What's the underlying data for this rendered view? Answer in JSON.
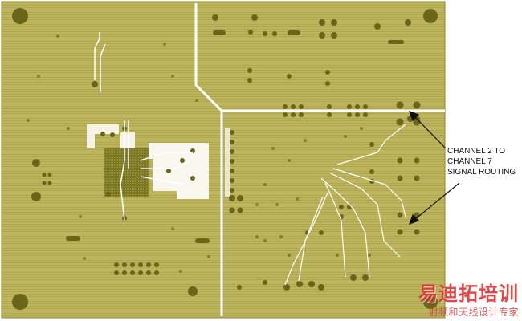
{
  "figure": {
    "board_color": "#b8b258",
    "trace_color": "#6e6a1c",
    "pad_color": "#5c5a14",
    "outline_color": "#ffffff"
  },
  "annotation": {
    "lines": [
      "CHANNEL 2 TO",
      "CHANNEL 7",
      "SIGNAL ROUTING"
    ]
  },
  "watermark": {
    "title": "易迪拓培训",
    "subtitle": "射频和天线设计专家"
  }
}
